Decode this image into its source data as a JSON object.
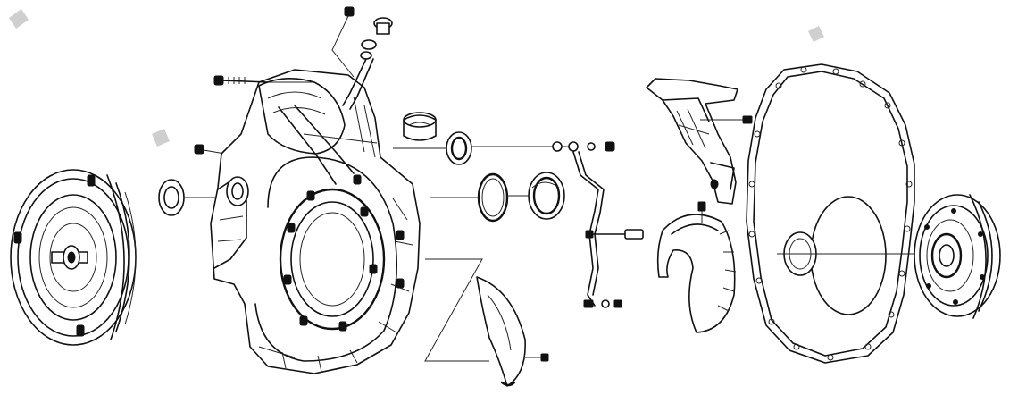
{
  "diagram": {
    "kind": "exploded-view line drawing",
    "text_labels": [],
    "colors": {
      "line": "#111111",
      "background": "#ffffff",
      "watermark": "#cfcfcf"
    },
    "parts": [
      "torque-converter",
      "converter-hub-seal",
      "converter-housing",
      "housing-bolt",
      "housing-drain-plug",
      "filler-tube-fitting",
      "retaining-ring",
      "bearing-collar",
      "seal-ring-small",
      "seal-ring-large",
      "wiring-harness",
      "upper-cover-bracket",
      "lower-shield-bracket",
      "splash-shield",
      "gasket-plate",
      "output-flange"
    ]
  }
}
